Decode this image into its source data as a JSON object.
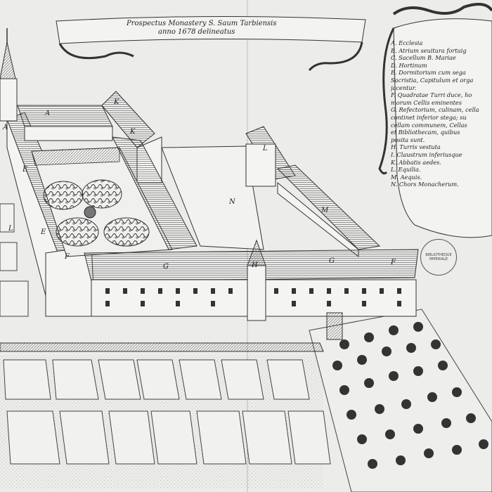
{
  "banner": {
    "line1": "Prospectus Monastery S. Saum Tarbiensis",
    "line2": "anno 1678 delineatus"
  },
  "legend": [
    "A. Ecclesia",
    "B. Atrium seuitura fortuig",
    "C. Sacellum B. Mariae",
    "D. Hortinum",
    "E. Dormitorium cum sega",
    "   Sacristia, Capitulum et orga",
    "   jacentur.",
    "F. Quadratae Turri duce, ho",
    "   morum Cellis eminentes",
    "G. Refectorium, culinam, cella",
    "   continet inferior stega; su",
    "   cellam communem, Cellas",
    "   et Bibliothecam, quibus",
    "   posita sunt.",
    "H. Turris vestuta",
    "I. Claustrum inferiusque",
    "K. Abbatis aedes.",
    "L. Equilia.",
    "M. Aequis.",
    "N. Chors Monacherum."
  ],
  "plan_labels": [
    "A",
    "K",
    "K",
    "A",
    "E",
    "E",
    "F",
    "G",
    "H",
    "G",
    "F",
    "L",
    "M",
    "N",
    "L"
  ],
  "stamp": "BIBLIOTHEQUE IMPERIALE"
}
